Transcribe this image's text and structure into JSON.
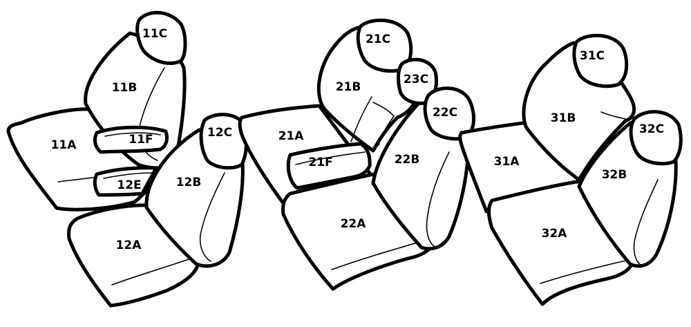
{
  "labels": {
    "p11A": "11A",
    "p11B": "11B",
    "p11C": "11C",
    "p11E": "12E",
    "p11F": "11F",
    "p12A": "12A",
    "p12B": "12B",
    "p12C": "12C",
    "p21A": "21A",
    "p21B": "21B",
    "p21C": "21C",
    "p21F": "21F",
    "p22A": "22A",
    "p22B": "22B",
    "p22C": "22C",
    "p23C": "23C",
    "p31A": "31A",
    "p31B": "31B",
    "p31C": "31C",
    "p32A": "32A",
    "p32B": "32B",
    "p32C": "32C"
  }
}
